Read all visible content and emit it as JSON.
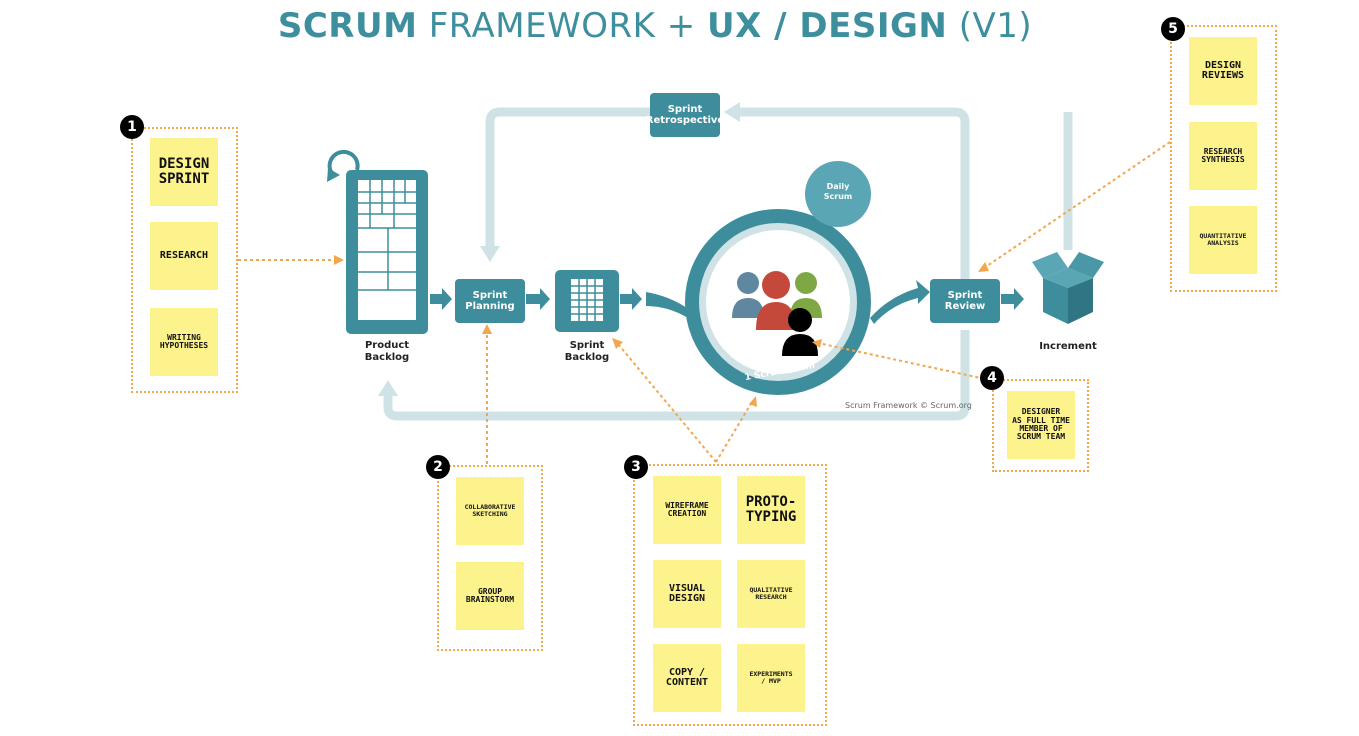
{
  "title": {
    "p1": "SCRUM",
    "p2": " FRAMEWORK + ",
    "p3": "UX / DESIGN",
    "p4": " (V1)"
  },
  "colors": {
    "teal": "#3d8d9c",
    "teal_light": "#cfe3e6",
    "orange": "#f2a64d",
    "sticky": "#fdf38c"
  },
  "diagram": {
    "product_backlog": "Product\nBacklog",
    "sprint_planning": "Sprint\nPlanning",
    "sprint_backlog": "Sprint\nBacklog",
    "daily_scrum": "Daily\nScrum",
    "scrum_team": "1 Scrum Team",
    "sprint_review": "Sprint\nReview",
    "increment": "Increment",
    "sprint_retrospective": "Sprint\nRetrospective",
    "credit": "Scrum Framework © Scrum.org"
  },
  "groups": [
    {
      "number": "1",
      "notes": [
        "DESIGN\nSPRINT",
        "RESEARCH",
        "WRITING\nHYPOTHESES"
      ]
    },
    {
      "number": "2",
      "notes": [
        "COLLABORATIVE\nSKETCHING",
        "GROUP\nBRAINSTORM"
      ]
    },
    {
      "number": "3",
      "notes": [
        "WIREFRAME\nCREATION",
        "PROTO-\nTYPING",
        "VISUAL\nDESIGN",
        "QUALITATIVE\nRESEARCH",
        "COPY /\nCONTENT",
        "EXPERIMENTS\n/ MVP"
      ]
    },
    {
      "number": "4",
      "notes": [
        "DESIGNER\nAS FULL TIME\nMEMBER OF\nSCRUM TEAM"
      ]
    },
    {
      "number": "5",
      "notes": [
        "DESIGN\nREVIEWS",
        "RESEARCH\nSYNTHESIS",
        "QUANTITATIVE\nANALYSIS"
      ]
    }
  ]
}
